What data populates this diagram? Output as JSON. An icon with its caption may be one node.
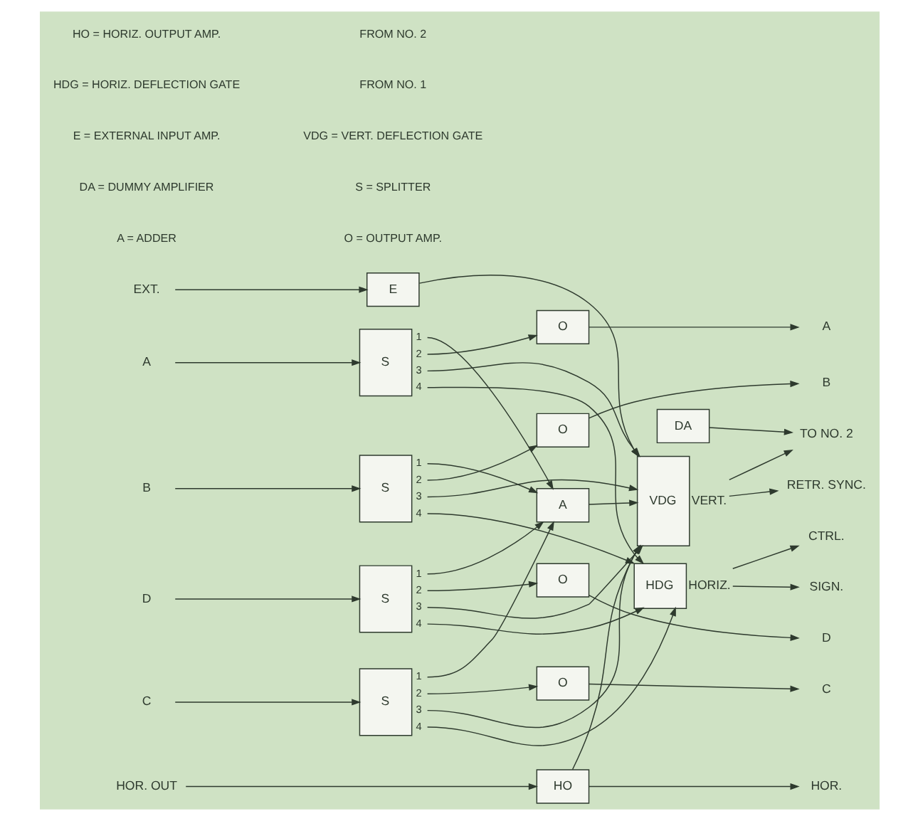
{
  "diagram": {
    "nodes": [
      {
        "text": [
          "EXT."
        ]
      },
      {
        "text": [
          "E"
        ]
      },
      {
        "text": [
          "DA"
        ]
      },
      {
        "text": [
          "TO NO. 2"
        ]
      },
      {
        "text": [
          "A"
        ]
      },
      {
        "text": [
          "VDG"
        ],
        "beside": [
          "VERT."
        ]
      },
      {
        "text": [
          "RETR. SYNC."
        ]
      },
      {
        "text": [
          "A"
        ]
      },
      {
        "text": [
          "S"
        ]
      },
      {
        "text": [
          "HDG"
        ],
        "beside": [
          "HORIZ."
        ]
      },
      {
        "text": [
          "CTRL."
        ]
      },
      {
        "text": [
          "SIGN."
        ]
      },
      {
        "text": [
          "B"
        ]
      },
      {
        "text": [
          "S"
        ]
      },
      {
        "text": [
          "O"
        ]
      },
      {
        "text": [
          "A"
        ]
      },
      {
        "text": [
          "O"
        ]
      },
      {
        "text": [
          "B"
        ]
      },
      {
        "text": [
          "C"
        ]
      },
      {
        "text": [
          "S"
        ]
      },
      {
        "text": [
          "O"
        ]
      },
      {
        "text": [
          "C"
        ]
      },
      {
        "text": [
          "D"
        ]
      },
      {
        "text": [
          "S"
        ]
      },
      {
        "text": [
          "O"
        ]
      },
      {
        "text": [
          "D"
        ]
      },
      {
        "text": [
          "HO"
        ]
      },
      {
        "text": [
          "HOR."
        ]
      },
      {
        "text": [
          "HOR. OUT"
        ]
      }
    ],
    "edges": [
      {
        "from": 0,
        "to": 1,
        "arrow": "to"
      },
      {
        "from": 1,
        "to": 5,
        "arrow": "to"
      },
      {
        "from": 2,
        "to": 3,
        "arrow": "to"
      },
      {
        "from": 5,
        "to": 3,
        "arrow": "to"
      },
      {
        "from": 4,
        "to": 5,
        "arrow": "to"
      },
      {
        "from": 5,
        "to": 6,
        "arrow": "to"
      },
      {
        "from": 7,
        "to": 8,
        "arrow": "to"
      },
      {
        "from": 8,
        "to": 4,
        "label": "1",
        "arrow": "to"
      },
      {
        "from": 8,
        "to": 14,
        "label": "2",
        "arrow": "to"
      },
      {
        "from": 8,
        "to": 5,
        "label": "3",
        "arrow": "to"
      },
      {
        "from": 8,
        "to": 9,
        "label": "4",
        "arrow": "to"
      },
      {
        "from": 9,
        "to": 10,
        "arrow": "to"
      },
      {
        "from": 9,
        "to": 11,
        "arrow": "to"
      },
      {
        "from": 12,
        "to": 13,
        "arrow": "to"
      },
      {
        "from": 13,
        "to": 4,
        "label": "1",
        "arrow": "to"
      },
      {
        "from": 13,
        "to": 16,
        "label": "2",
        "arrow": "to"
      },
      {
        "from": 13,
        "to": 5,
        "label": "3",
        "arrow": "to"
      },
      {
        "from": 13,
        "to": 9,
        "label": "4",
        "arrow": "to"
      },
      {
        "from": 14,
        "to": 15,
        "arrow": "to"
      },
      {
        "from": 16,
        "to": 17,
        "arrow": "to"
      },
      {
        "from": 18,
        "to": 19,
        "arrow": "to"
      },
      {
        "from": 19,
        "to": 4,
        "label": "1",
        "arrow": "to"
      },
      {
        "from": 19,
        "to": 20,
        "label": "2",
        "arrow": "to"
      },
      {
        "from": 19,
        "to": 5,
        "label": "3",
        "arrow": "to"
      },
      {
        "from": 19,
        "to": 9,
        "label": "4",
        "arrow": "to"
      },
      {
        "from": 20,
        "to": 21,
        "arrow": "to"
      },
      {
        "from": 22,
        "to": 23,
        "arrow": "to"
      },
      {
        "from": 23,
        "to": 4,
        "label": "1",
        "arrow": "to"
      },
      {
        "from": 23,
        "to": 24,
        "label": "2",
        "arrow": "to"
      },
      {
        "from": 23,
        "to": 5,
        "label": "3",
        "arrow": "to"
      },
      {
        "from": 23,
        "to": 9,
        "label": "4",
        "arrow": "to"
      },
      {
        "from": 24,
        "to": 25,
        "arrow": "to"
      },
      {
        "from": 26,
        "to": 5,
        "arrow": "to"
      },
      {
        "from": 26,
        "to": 27,
        "arrow": "to"
      },
      {
        "from": 28,
        "to": 26,
        "arrow": "to"
      }
    ],
    "labels": [
      "A = ADDER",
      "DA = DUMMY AMPLIFIER",
      "E = EXTERNAL INPUT AMP.",
      "HDG = HORIZ. DEFLECTION GATE",
      "HO = HORIZ. OUTPUT AMP.",
      "O = OUTPUT AMP.",
      "S = SPLITTER",
      "VDG = VERT. DEFLECTION GATE",
      "FROM NO. 1",
      "FROM NO. 2"
    ]
  }
}
